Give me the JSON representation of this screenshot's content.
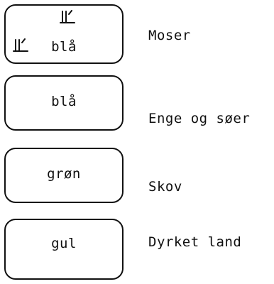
{
  "legend": {
    "items": [
      {
        "swatch_label": "blå",
        "description": "Moser",
        "symbol": "marsh-symbol"
      },
      {
        "swatch_label": "blå",
        "description": "Enge og søer"
      },
      {
        "swatch_label": "grøn",
        "description": "Skov"
      },
      {
        "swatch_label": "gul",
        "description": "Dyrket land"
      }
    ]
  },
  "colors": {
    "ink": "#111111",
    "background": "#ffffff"
  }
}
